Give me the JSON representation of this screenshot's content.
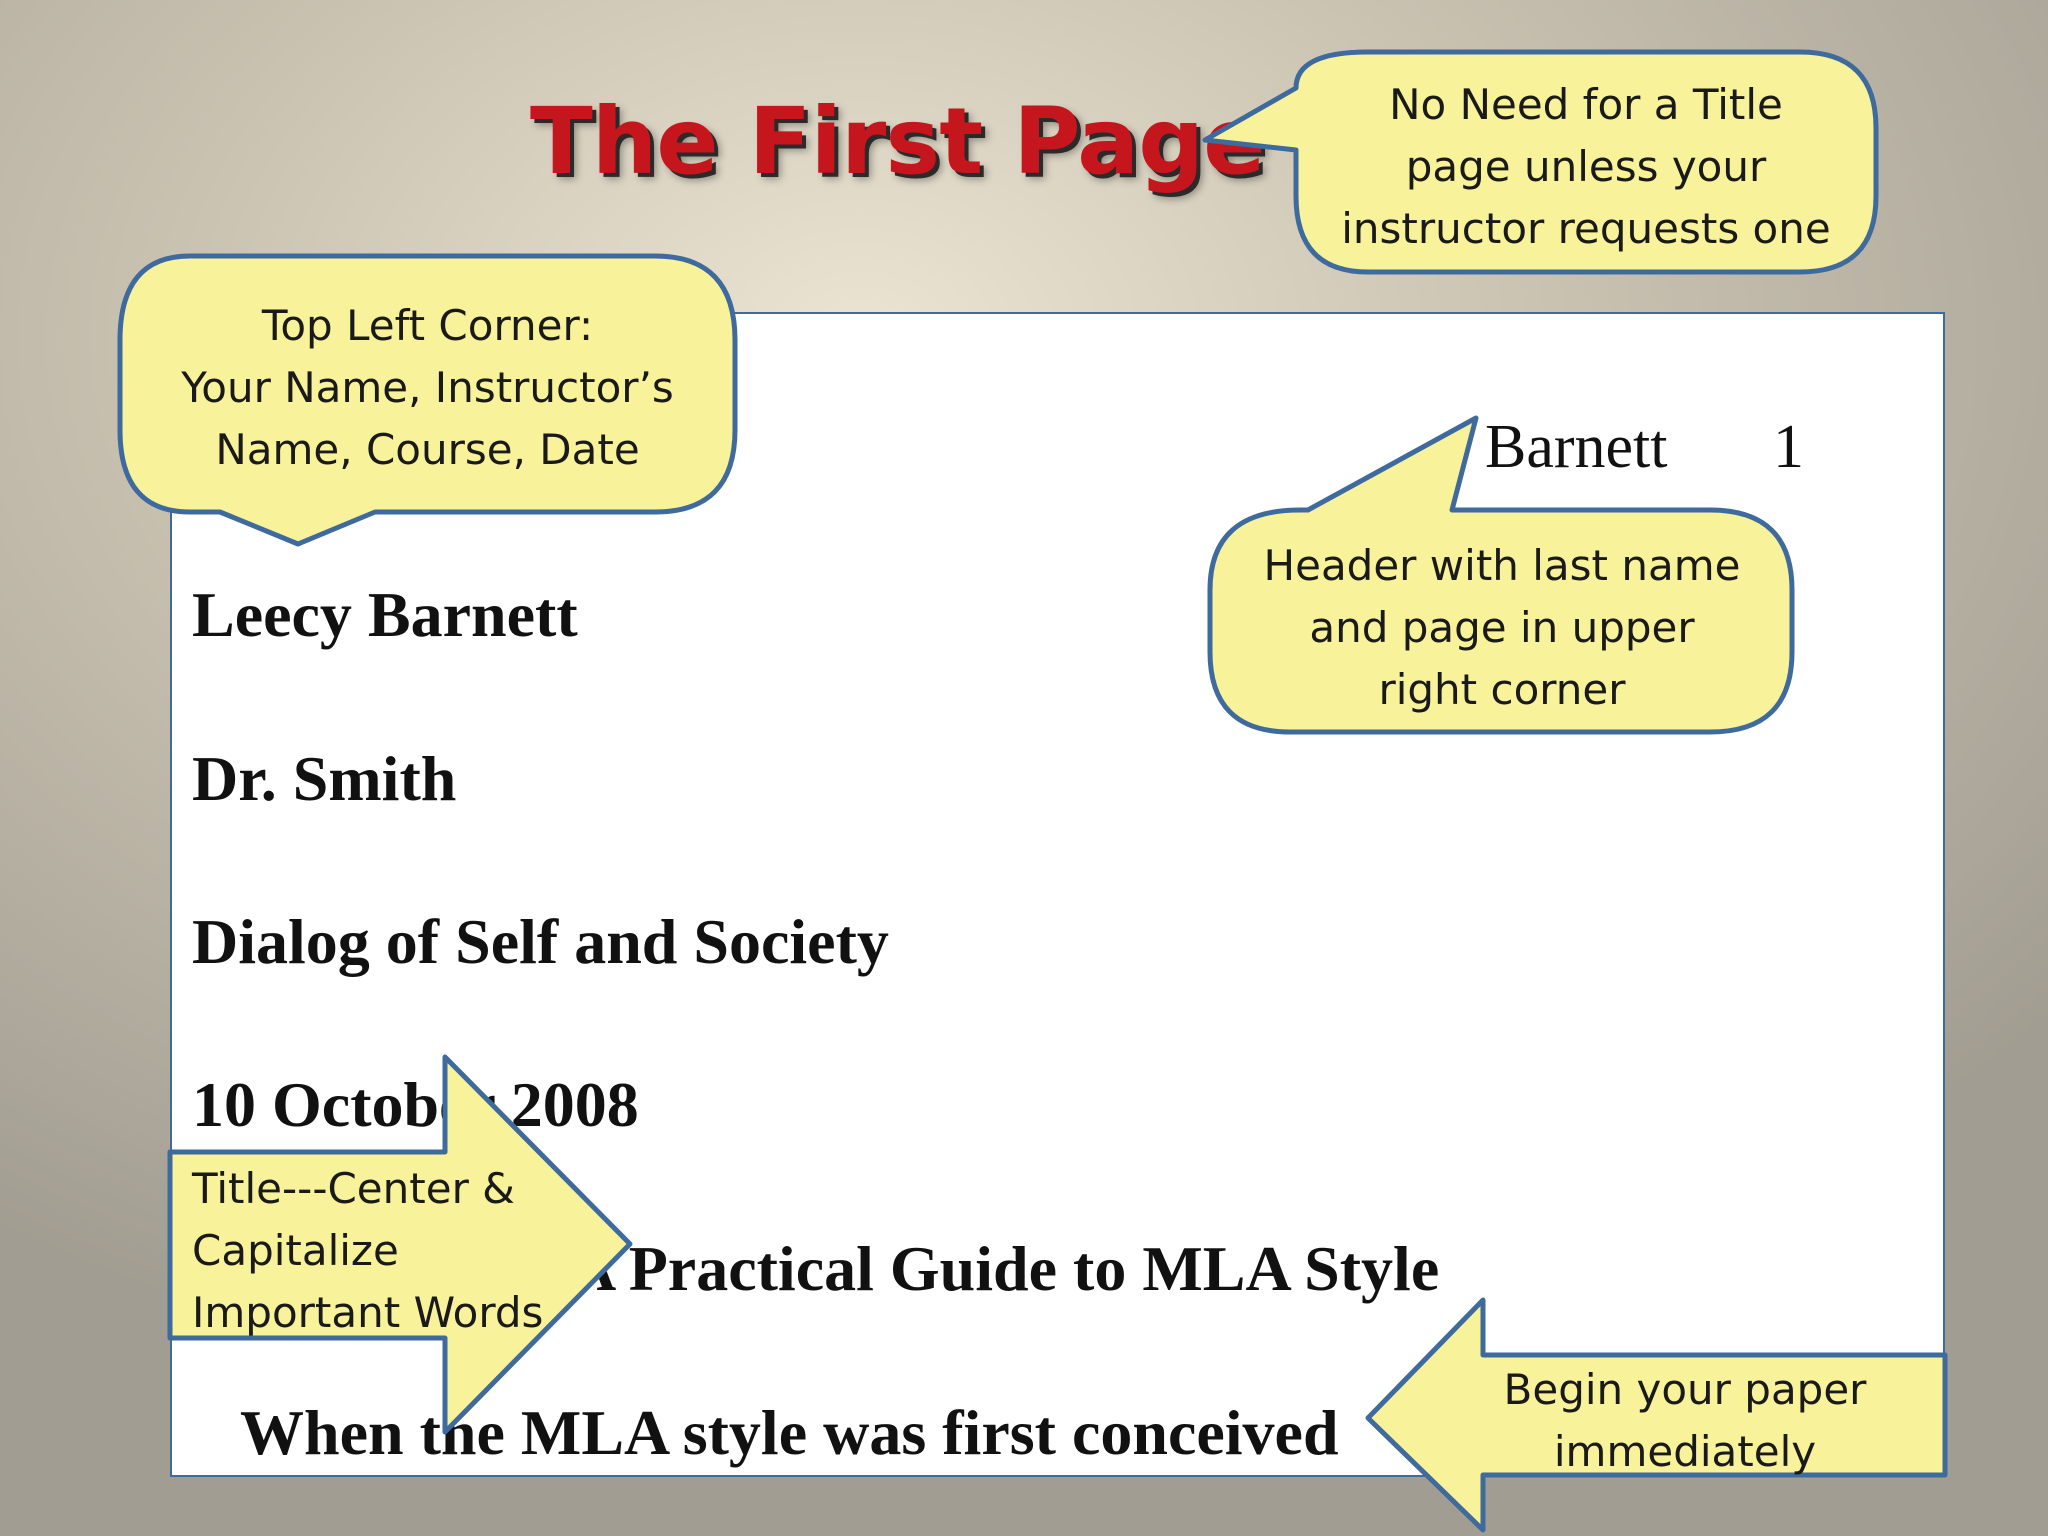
{
  "slide": {
    "title": "The First Page",
    "paper": {
      "header_name": "Barnett",
      "header_page": "1",
      "student_name": "Leecy Barnett",
      "instructor": "Dr. Smith",
      "course": "Dialog of Self and Society",
      "date": "10 October 2008",
      "paper_title": "A Practical Guide to MLA Style",
      "first_line": "When the MLA style was first conceived"
    },
    "callouts": {
      "title_page": [
        "No Need for a Title",
        "page unless your",
        "instructor requests one"
      ],
      "top_left": [
        "Top Left Corner:",
        "Your Name, Instructor’s",
        "Name, Course, Date"
      ],
      "header": [
        "Header with last name",
        "and page  in upper",
        "right corner"
      ],
      "title_center": [
        "Title---Center  &",
        "Capitalize",
        "Important Words"
      ],
      "begin": [
        "Begin your paper",
        "immediately"
      ]
    }
  },
  "colors": {
    "title": "#c4161c",
    "callout_fill": "#f8f29a",
    "callout_border": "#3e6a9e",
    "paper_border": "#3e6a9e"
  }
}
